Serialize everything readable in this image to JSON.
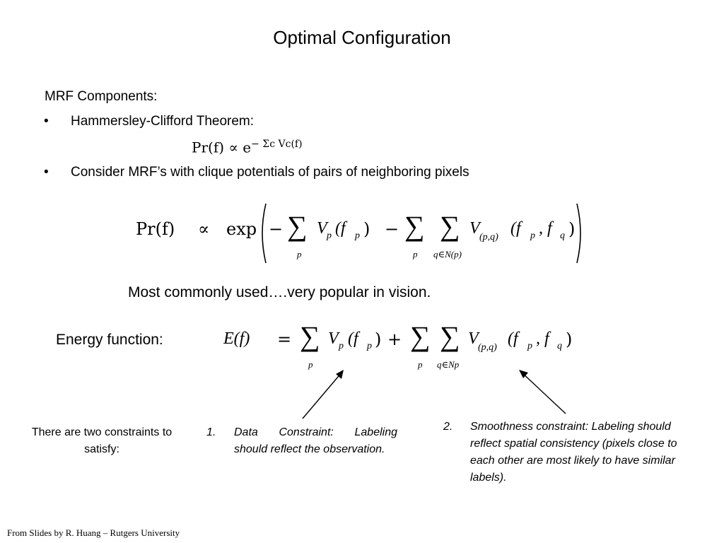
{
  "title": "Optimal Configuration",
  "mrf": {
    "heading": "MRF Components:",
    "bullet_char": "•",
    "bullet1": "Hammersley-Clifford Theorem:",
    "formula1_lhs": "Pr(f) ∝ e",
    "formula1_exp": "− Σc Vc(f)",
    "bullet2": "Consider MRF’s with clique potentials of pairs of neighboring pixels"
  },
  "eq_pr": {
    "lhs": "Pr(f)",
    "prop": "∝",
    "exp": "exp",
    "minus1": "−",
    "sum": "∑",
    "p": "p",
    "V": "V",
    "term1": "(f",
    "close": ")",
    "minus2": "−",
    "qN": "q∈N(p)",
    "pq": "(p,q)",
    "term2": "(f",
    "comma": ", f",
    "q": "q"
  },
  "popular_text": "Most commonly used….very popular in vision.",
  "energy": {
    "label": "Energy function:",
    "lhs": "E(f)",
    "eq": "=",
    "plus": "+",
    "qNp": "q∈Np"
  },
  "notes": {
    "constraints_intro": "There are two constraints to satisfy:",
    "n1_num": "1.",
    "n1_text": "Data Constraint: Labeling should reflect the observation.",
    "n2_num": "2.",
    "n2_text": "Smoothness constraint: Labeling should reflect spatial consistency (pixels close to each other are most likely to have similar labels)."
  },
  "footer": "From Slides by R. Huang – Rutgers University"
}
